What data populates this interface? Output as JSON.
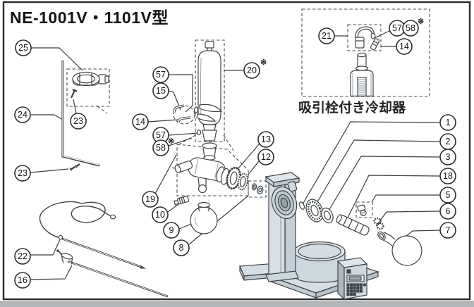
{
  "title": "NE-1001V・1101V型",
  "inset": {
    "caption": "吸引栓付き冷却器"
  },
  "marks": {
    "asterisk": "※"
  },
  "callouts": {
    "1": "1",
    "2": "2",
    "3": "3",
    "5": "5",
    "6": "6",
    "7": "7",
    "8": "8",
    "9": "9",
    "10": "10",
    "12": "12",
    "13": "13",
    "14": "14",
    "15": "15",
    "16": "16",
    "18": "18",
    "19": "19",
    "20": "20",
    "21": "21",
    "22": "22",
    "23": "23",
    "24": "24",
    "25": "25",
    "57": "57",
    "58": "58"
  }
}
